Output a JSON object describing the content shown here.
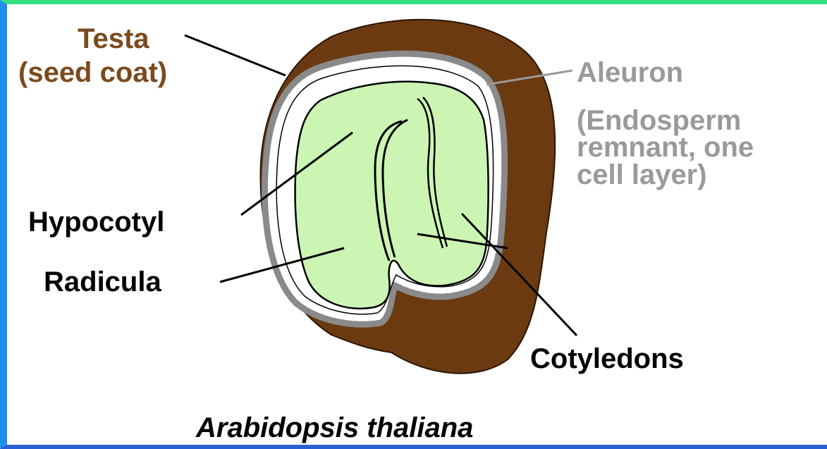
{
  "labels": {
    "testa_line1": "Testa",
    "testa_line2": "(seed coat)",
    "aleuron_line1": "Aleuron",
    "aleuron_line2": "(Endosperm",
    "aleuron_line3": "remnant, one",
    "aleuron_line4": "cell layer)",
    "hypocotyl": "Hypocotyl",
    "radicula": "Radicula",
    "cotyledons": "Cotyledons",
    "species": "Arabidopsis thaliana"
  },
  "colors": {
    "testa": "#6b3a10",
    "testa_label": "#7a4a1e",
    "aleuron": "#8a8a8a",
    "aleuron_label": "#9a9a9a",
    "embryo": "#ccf5b3",
    "outline": "#000000",
    "frame_top": "#33e07c",
    "frame_left": "#1f90e8",
    "frame_bottom": "#2b5fd6"
  }
}
